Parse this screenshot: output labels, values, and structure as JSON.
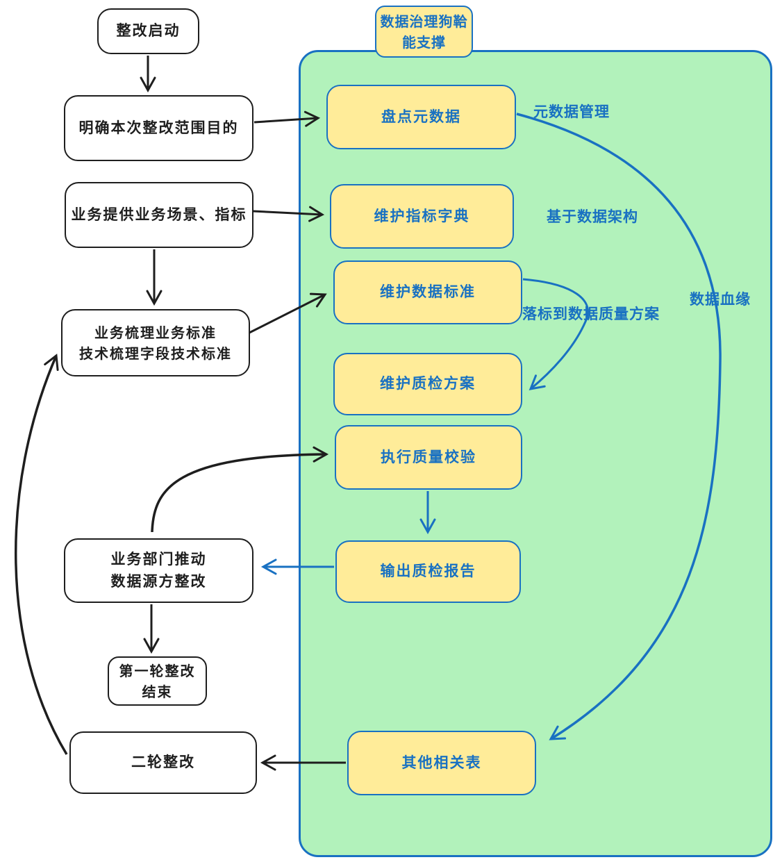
{
  "colors": {
    "accent_blue": "#1971c2",
    "ink_black": "#1e1e1e",
    "node_yellow": "#ffec99",
    "container_green": "#b2f2bb",
    "background": "#ffffff"
  },
  "container": {
    "title": "数据治理狗鞈\n能支撑"
  },
  "nodes": {
    "start": "整改启动",
    "scope": "明确本次整改范围目的",
    "scenario": "业务提供业务场景、指标",
    "standards": "业务梳理业务标准\n技术梳理字段技术标准",
    "dept_push": "业务部门推动\n数据源方整改",
    "round1_end": "第一轮整改\n结束",
    "round2": "二轮整改",
    "inventory_metadata": "盘点元数据",
    "metric_dict": "维护指标字典",
    "data_standard": "维护数据标准",
    "qc_plan": "维护质检方案",
    "exec_quality_check": "执行质量校验",
    "qc_report": "输出质检报告",
    "other_tables": "其他相关表"
  },
  "edge_labels": {
    "metadata_mgmt": "元数据管理",
    "based_on_data_arch": "基于数据架构",
    "standard_to_quality": "落标到数据质量方案",
    "data_lineage": "数据血缘"
  }
}
